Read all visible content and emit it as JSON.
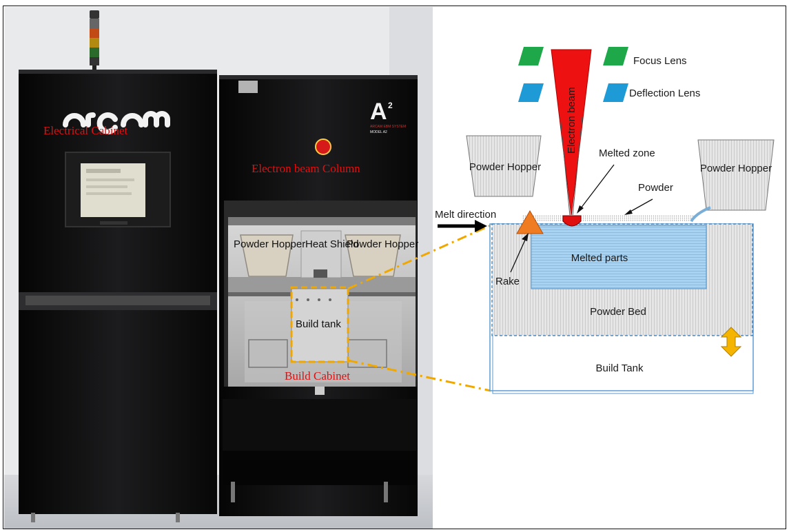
{
  "photo": {
    "brand": "arcam",
    "model_mark": "A",
    "model_superscript": "2",
    "model_caption_1": "ARCAM EBM SYSTEM",
    "model_caption_2": "MODEL A2",
    "electrical_cabinet": "Electrical Cabinet",
    "electron_beam_column": "Electron beam Column",
    "build_cabinet": "Build Cabinet",
    "powder_hopper_left": "Powder Hopper",
    "heat_shield": "Heat Shield",
    "powder_hopper_right": "Powder Hopper",
    "build_tank": "Build tank"
  },
  "diagram": {
    "focus_lens": "Focus Lens",
    "deflection_lens": "Deflection Lens",
    "electron_beam": "Electron beam",
    "melted_zone": "Melted zone",
    "powder": "Powder",
    "powder_hopper_left": "Powder Hopper",
    "powder_hopper_right": "Powder Hopper",
    "melt_direction": "Melt direction",
    "rake": "Rake",
    "melted_parts": "Melted parts",
    "powder_bed": "Powder Bed",
    "build_tank": "Build Tank"
  },
  "colors": {
    "lens_green": "#1fa84a",
    "lens_blue": "#1e9ad6",
    "beam_red": "#ee1111",
    "rake_orange": "#f07c22",
    "melted_parts": "#9dcdf0",
    "arrow_gold": "#f5b400",
    "connector_gold": "#f0a800"
  }
}
